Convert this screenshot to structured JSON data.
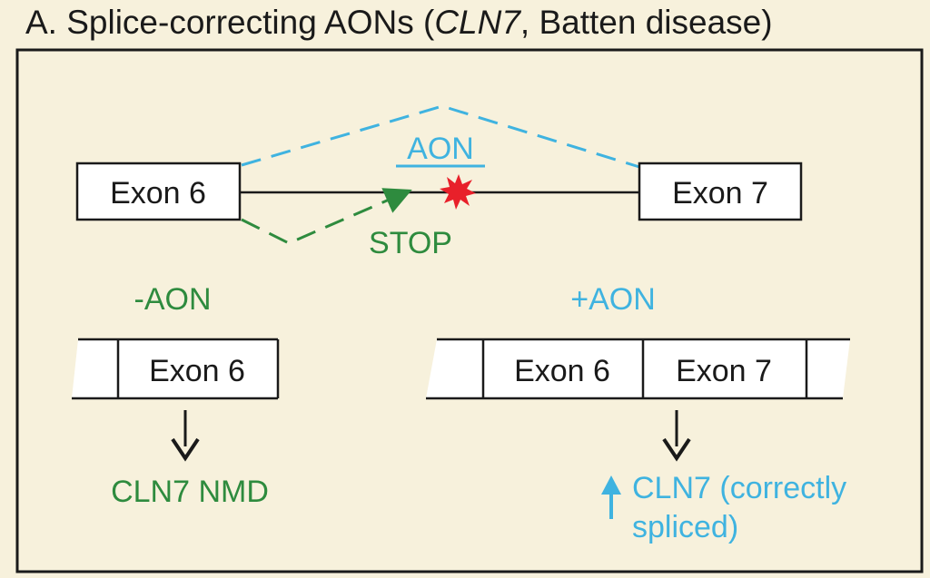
{
  "title": {
    "prefix": "A. Splice-correcting AONs (",
    "gene": "CLN7",
    "suffix": ", Batten disease)"
  },
  "pre_mrna": {
    "exon_left": "Exon 6",
    "exon_right": "Exon 7",
    "aon_label": "AON",
    "stop_label": "STOP"
  },
  "minus_aon": {
    "heading": "-AON",
    "exon": "Exon 6",
    "outcome": "CLN7 NMD"
  },
  "plus_aon": {
    "heading": "+AON",
    "exon_left": "Exon 6",
    "exon_right": "Exon 7",
    "outcome_line1": "CLN7 (correctly",
    "outcome_line2": "spliced)"
  },
  "colors": {
    "background": "#f7f1dc",
    "panel_border": "#1a1a1a",
    "green": "#2e8b3e",
    "blue": "#3fb3e0",
    "stop_star": "#e8202a"
  }
}
